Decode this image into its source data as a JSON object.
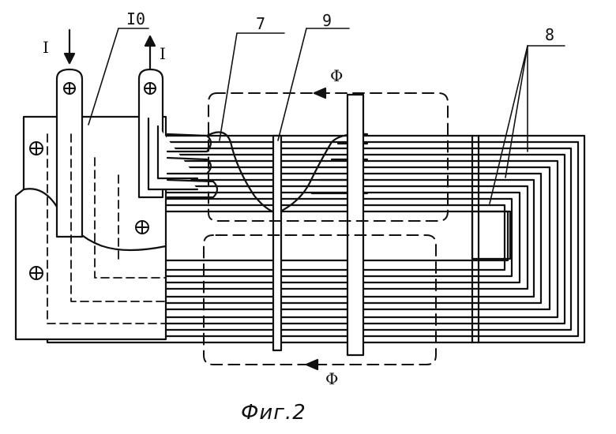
{
  "labels": {
    "current_in": "I",
    "current_out": "I",
    "ref_10": "I0",
    "ref_7": "7",
    "ref_9": "9",
    "ref_8": "8",
    "flux_top": "Φ",
    "flux_bottom": "Φ"
  },
  "caption": "Фиг.2",
  "colors": {
    "ink": "#111111",
    "paper": "#ffffff"
  }
}
